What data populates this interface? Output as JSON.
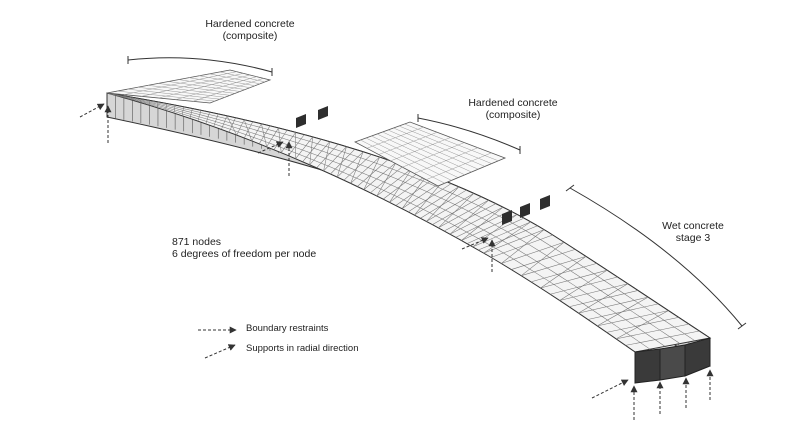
{
  "annotations": {
    "hardened_1": {
      "line1": "Hardened concrete",
      "line2": "(composite)"
    },
    "hardened_2": {
      "line1": "Hardened concrete",
      "line2": "(composite)"
    },
    "wet": {
      "line1": "Wet concrete",
      "line2": "stage 3"
    }
  },
  "info": {
    "nodes": "871 nodes",
    "dof": "6 degrees of freedom per node"
  },
  "legend": {
    "boundary": "Boundary restraints",
    "supports": "Supports in radial direction"
  },
  "colors": {
    "line": "#333333",
    "deck": "#f2f2f2",
    "web": "#cfcfcf",
    "dark": "#3a3a3a",
    "frame": "#9a9a9a"
  }
}
